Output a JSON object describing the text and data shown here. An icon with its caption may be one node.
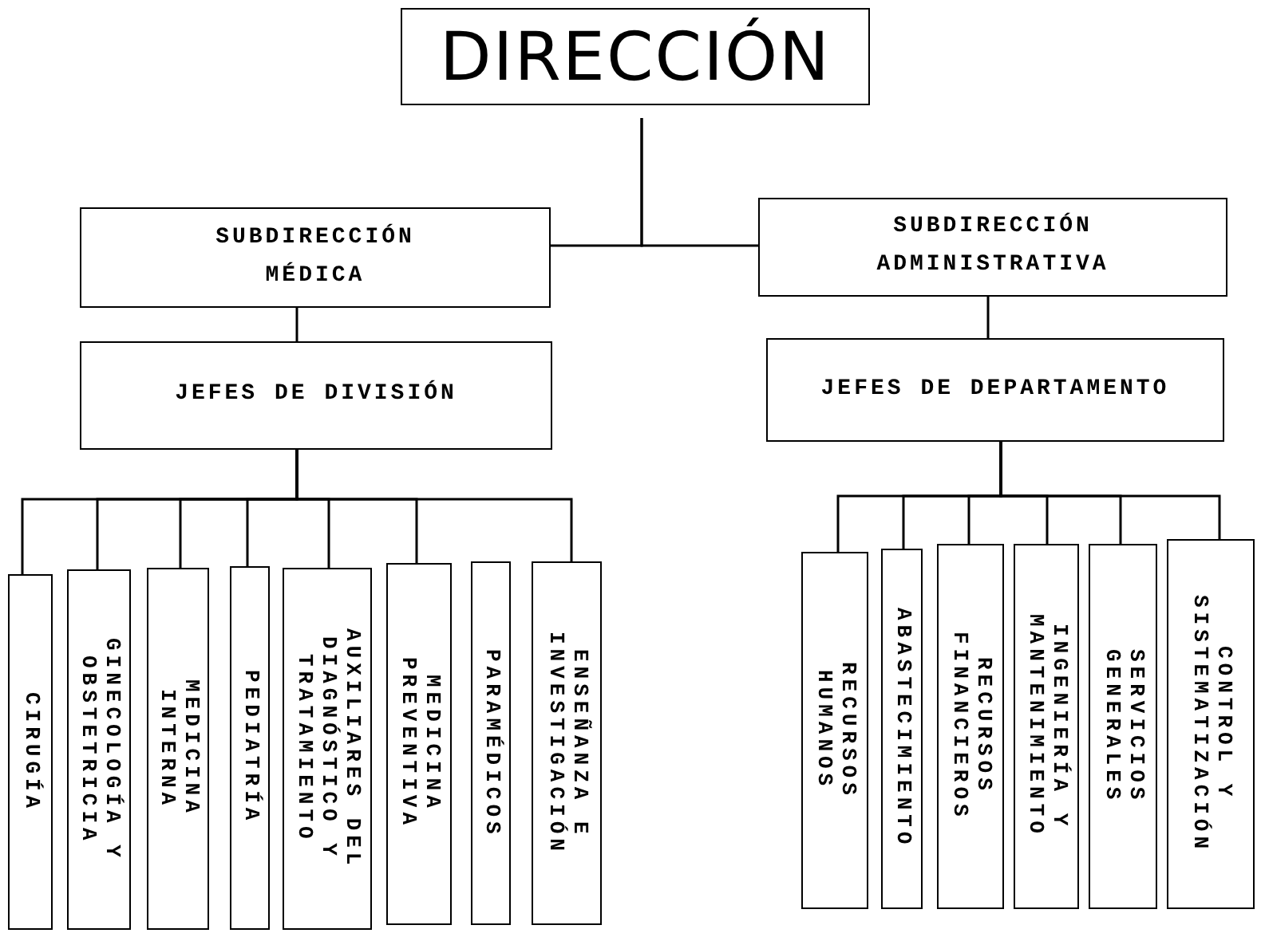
{
  "diagram": {
    "nodes": [
      {
        "text": [
          "DIRECCIÓN"
        ]
      },
      {
        "text": [
          "SUBDIRECCIÓN MÉDICA"
        ]
      },
      {
        "text": [
          "SUBDIRECCIÓN ADMINISTRATIVA"
        ]
      },
      {
        "text": [
          "JEFES DE DIVISIÓN"
        ]
      },
      {
        "text": [
          "JEFES DE DEPARTAMENTO"
        ]
      },
      {
        "text": [
          "CIRUGÍA"
        ]
      },
      {
        "text": [
          "GINECOLOGÍA Y OBSTETRICIA"
        ]
      },
      {
        "text": [
          "MEDICINA INTERNA"
        ]
      },
      {
        "text": [
          "PEDIATRÍA"
        ]
      },
      {
        "text": [
          "AUXILIARES DEL DIAGNÓSTICO Y TRATAMIENTO"
        ]
      },
      {
        "text": [
          "MEDICINA PREVENTIVA"
        ]
      },
      {
        "text": [
          "PARAMÉDICOS"
        ]
      },
      {
        "text": [
          "ENSEÑANZA E INVESTIGACIÓN"
        ]
      },
      {
        "text": [
          "RECURSOS HUMANOS"
        ]
      },
      {
        "text": [
          "ABASTECIMIENTO"
        ]
      },
      {
        "text": [
          "RECURSOS FINANCIEROS"
        ]
      },
      {
        "text": [
          "INGENIERÍA Y MANTENIMIENTO"
        ]
      },
      {
        "text": [
          "SERVICIOS GENERALES"
        ]
      },
      {
        "text": [
          "CONTROL Y SISTEMATIZACIÓN"
        ]
      }
    ],
    "edges": [
      {
        "from": 0,
        "to": 1,
        "arrow": "none"
      },
      {
        "from": 0,
        "to": 2,
        "arrow": "none"
      },
      {
        "from": 1,
        "to": 3,
        "arrow": "none"
      },
      {
        "from": 2,
        "to": 4,
        "arrow": "none"
      },
      {
        "from": 3,
        "to": 5,
        "arrow": "none"
      },
      {
        "from": 3,
        "to": 6,
        "arrow": "none"
      },
      {
        "from": 3,
        "to": 7,
        "arrow": "none"
      },
      {
        "from": 3,
        "to": 8,
        "arrow": "none"
      },
      {
        "from": 3,
        "to": 9,
        "arrow": "none"
      },
      {
        "from": 3,
        "to": 10,
        "arrow": "none"
      },
      {
        "from": 3,
        "to": 12,
        "arrow": "none"
      },
      {
        "from": 4,
        "to": 13,
        "arrow": "none"
      },
      {
        "from": 4,
        "to": 14,
        "arrow": "none"
      },
      {
        "from": 4,
        "to": 15,
        "arrow": "none"
      },
      {
        "from": 4,
        "to": 16,
        "arrow": "none"
      },
      {
        "from": 4,
        "to": 17,
        "arrow": "none"
      },
      {
        "from": 4,
        "to": 18,
        "arrow": "none"
      }
    ]
  }
}
